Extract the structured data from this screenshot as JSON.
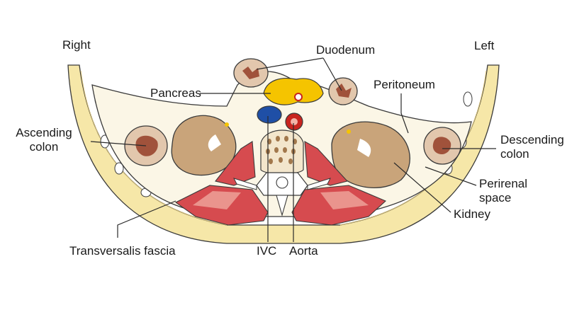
{
  "colors": {
    "background": "#ffffff",
    "body_wall_outer": "#f6e7a8",
    "body_wall_inner": "#fbf3cf",
    "peritoneal_fill": "#fbf6e6",
    "kidney": "#c9a47a",
    "colon_wall": "#e2c7ad",
    "colon_lumen": "#a0523b",
    "muscle_red": "#d64b4f",
    "muscle_light": "#f2b3a8",
    "pancreas": "#f5c400",
    "ivc": "#1f4fa6",
    "aorta": "#c8241f",
    "vertebra": "#a2784c",
    "outline": "#3a3a3a"
  },
  "labels": {
    "right": "Right",
    "left": "Left",
    "duodenum": "Duodenum",
    "pancreas": "Pancreas",
    "peritoneum": "Peritoneum",
    "ascending_colon": "Ascending colon",
    "descending_colon": "Descending colon",
    "perirenal_space": "Perirenal space",
    "kidney": "Kidney",
    "transversalis_fascia": "Transversalis fascia",
    "ivc": "IVC",
    "aorta": "Aorta"
  }
}
